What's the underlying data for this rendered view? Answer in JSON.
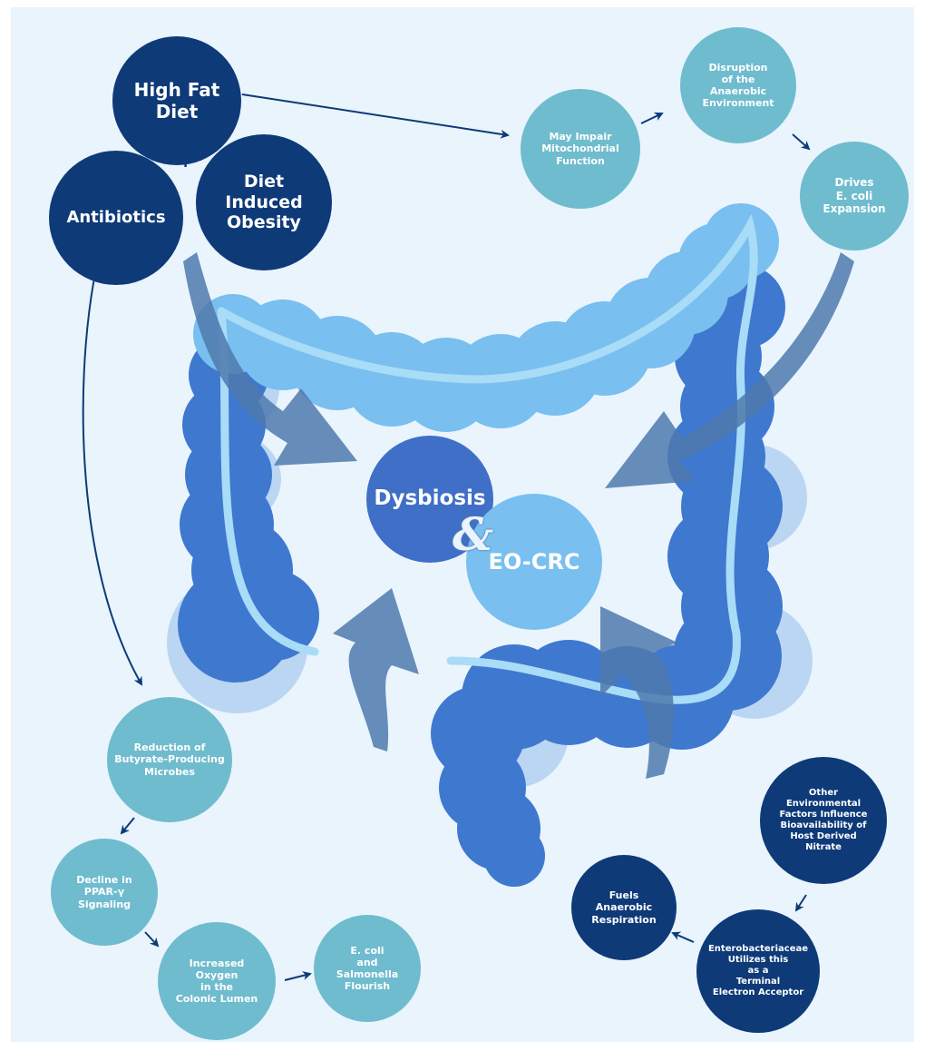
{
  "center": {
    "dysbiosis": "Dysbiosis",
    "ampersand": "&",
    "eocrc": "EO-CRC"
  },
  "inputs": {
    "high_fat_diet": "High Fat\nDiet",
    "plus": "+",
    "antibiotics": "Antibiotics",
    "diet_induced_obesity": "Diet\nInduced\nObesity"
  },
  "top_path": {
    "step1": "May Impair\nMitochondrial\nFunction",
    "step2": "Disruption\nof the\nAnaerobic\nEnvironment",
    "step3": "Drives\nE. coli\nExpansion"
  },
  "left_path": {
    "step1": "Reduction of\nButyrate-Producing\nMicrobes",
    "step2": "Decline in\nPPAR-γ\nSignaling",
    "step3": "Increased\nOxygen\nin the\nColonic Lumen",
    "step4": "E. coli\nand\nSalmonella\nFlourish"
  },
  "right_path": {
    "step1": "Other\nEnvironmental\nFactors Influence\nBioavailability of\nHost Derived\nNitrate",
    "step2": "Enterobacteriaceae\nUtilizes this\nas a\nTerminal\nElectron Acceptor",
    "step3": "Fuels\nAnaerobic\nRespiration"
  },
  "colors": {
    "background": "#e9f4fc",
    "navy": "#0e3a78",
    "teal": "#6fbcce",
    "colon_light": "#79bff0",
    "colon_dark": "#3f78cf",
    "big_arrow": "#4f79ad"
  }
}
